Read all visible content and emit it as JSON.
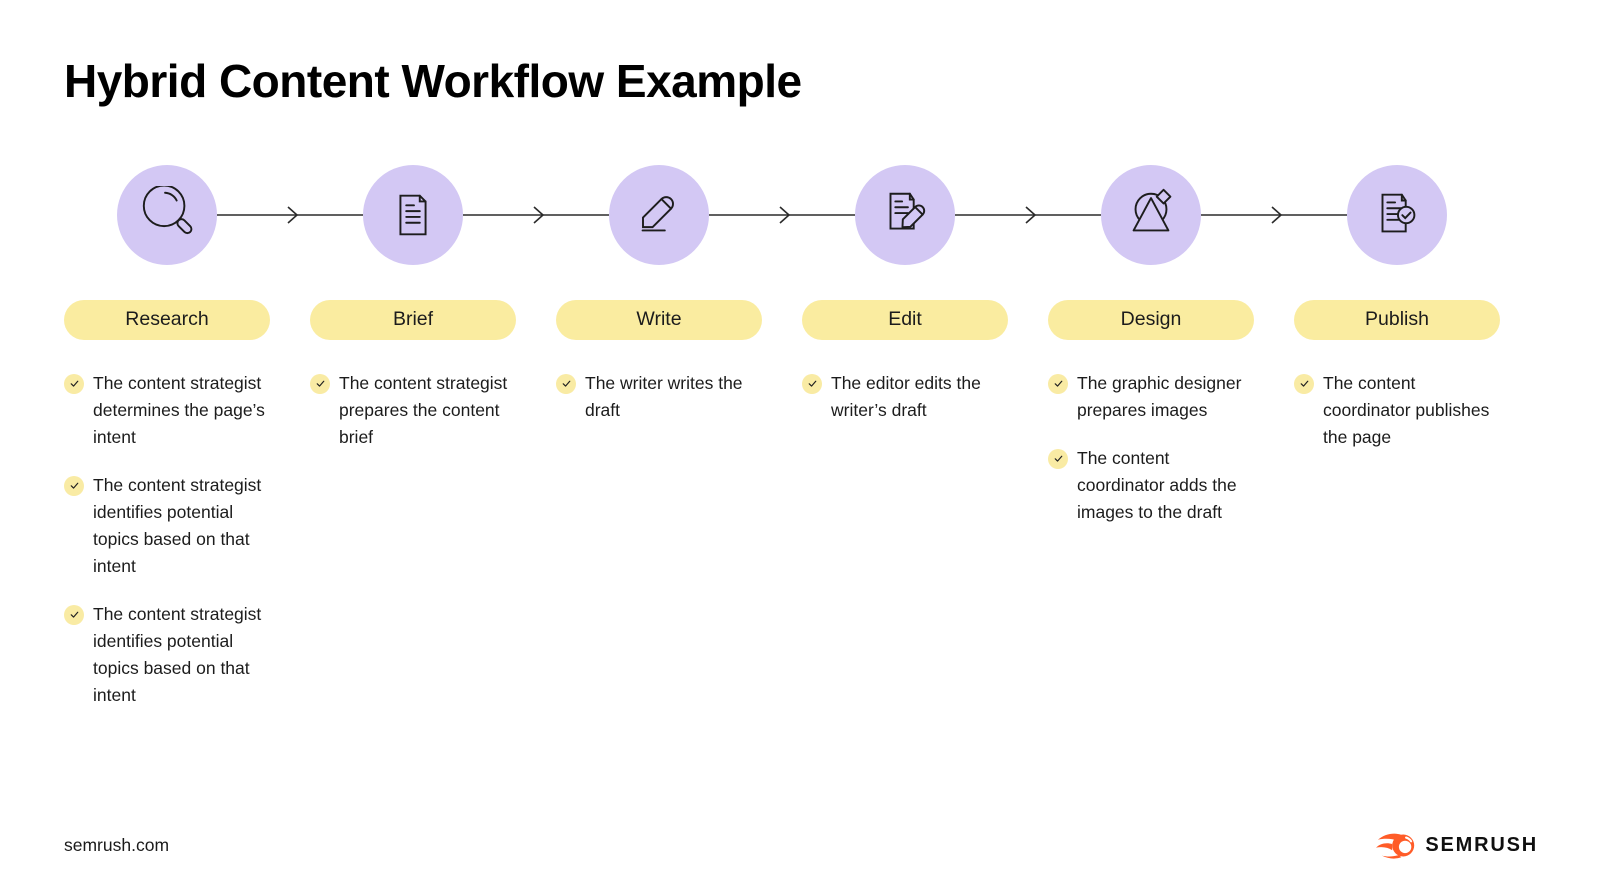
{
  "title": "Hybrid Content Workflow Example",
  "steps": [
    {
      "label": "Research",
      "icon": "magnifier-icon",
      "bullets": [
        "The content strategist determines the page’s intent",
        "The content strategist identifies potential topics based on that intent",
        "The content strategist identifies potential topics based on that intent"
      ]
    },
    {
      "label": "Brief",
      "icon": "document-icon",
      "bullets": [
        "The content strategist prepares the content brief"
      ]
    },
    {
      "label": "Write",
      "icon": "pencil-icon",
      "bullets": [
        "The writer writes the draft"
      ]
    },
    {
      "label": "Edit",
      "icon": "document-pencil-icon",
      "bullets": [
        "The editor edits the writer’s draft"
      ]
    },
    {
      "label": "Design",
      "icon": "design-shapes-icon",
      "bullets": [
        "The graphic designer prepares images",
        "The content coordinator adds the images to the draft"
      ]
    },
    {
      "label": "Publish",
      "icon": "document-check-icon",
      "bullets": [
        "The content coordinator publishes the page"
      ]
    }
  ],
  "footer": {
    "website": "semrush.com",
    "brand": "SEMRUSH"
  },
  "colors": {
    "circle_fill": "#d3c8f4",
    "pill_fill": "#faeca0",
    "check_fill": "#f9eba4",
    "brand_orange": "#ff5c28",
    "text": "#1c1c1c"
  }
}
